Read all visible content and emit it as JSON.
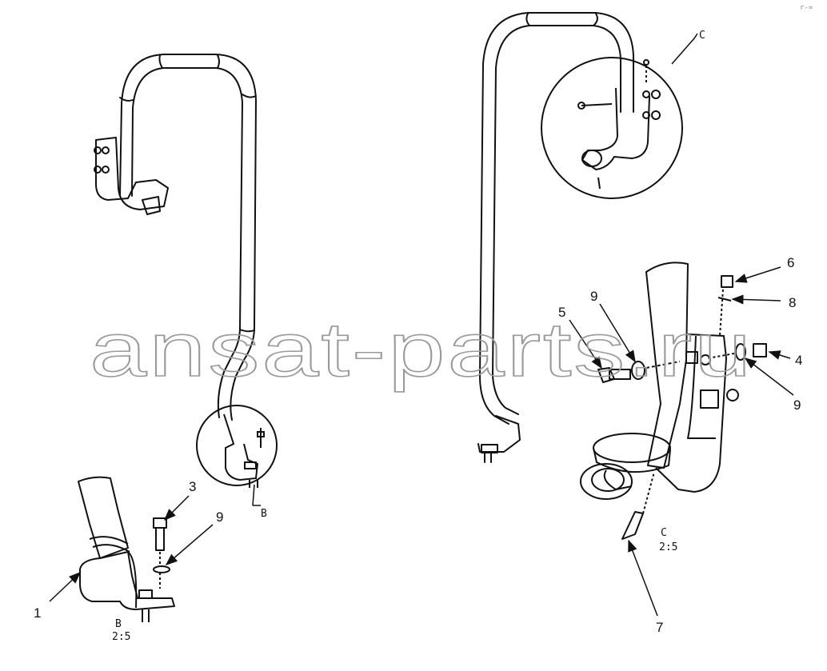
{
  "watermark": "ansat-parts.ru",
  "corner_mark": "r-=",
  "callouts": {
    "c1": "1",
    "c3": "3",
    "c9_left": "9",
    "c5": "5",
    "c9_mid": "9",
    "c6": "6",
    "c8": "8",
    "c4": "4",
    "c9_right": "9",
    "c7": "7"
  },
  "detail_labels": {
    "b_ref": "B",
    "b_title": "B",
    "b_scale": "2:5",
    "c_ref": "C",
    "c_title": "C",
    "c_scale": "2:5"
  }
}
